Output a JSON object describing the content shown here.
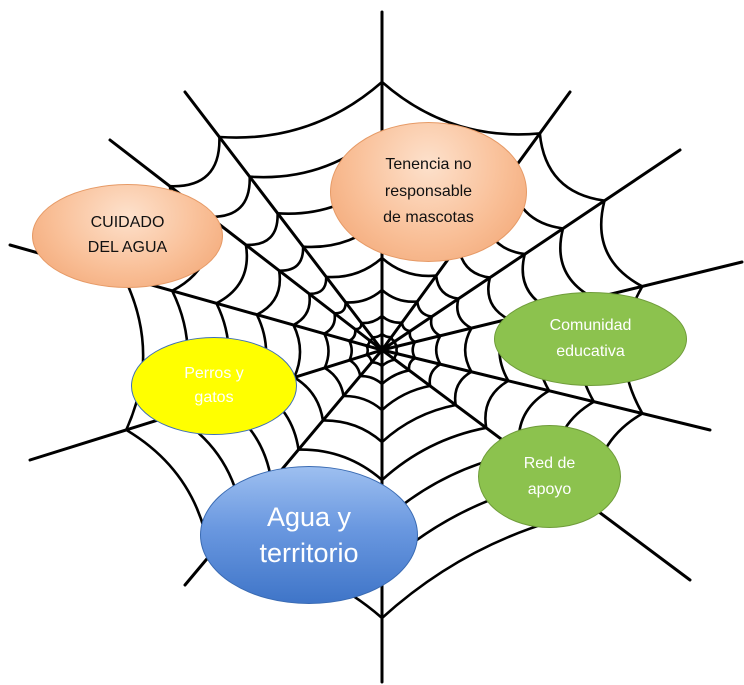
{
  "diagram": {
    "web": {
      "spokes": 12,
      "rings": 8,
      "line_color": "#000000"
    },
    "nodes": [
      {
        "id": "cuidado",
        "label": "CUIDADO\nDEL AGUA",
        "fill": "#f9bf97"
      },
      {
        "id": "tenencia",
        "label": "Tenencia no\nresponsable\nde mascotas",
        "fill": "#f9bf97"
      },
      {
        "id": "comunidad",
        "label": "Comunidad\neducativa",
        "fill": "#8cc24e"
      },
      {
        "id": "perros",
        "label": "Perros y\ngatos",
        "fill": "#ffff00"
      },
      {
        "id": "red",
        "label": "Red de\napoyo",
        "fill": "#8cc24e"
      },
      {
        "id": "agua",
        "label": "Agua y\nterritorio",
        "fill": "#4a7fd0"
      }
    ]
  }
}
